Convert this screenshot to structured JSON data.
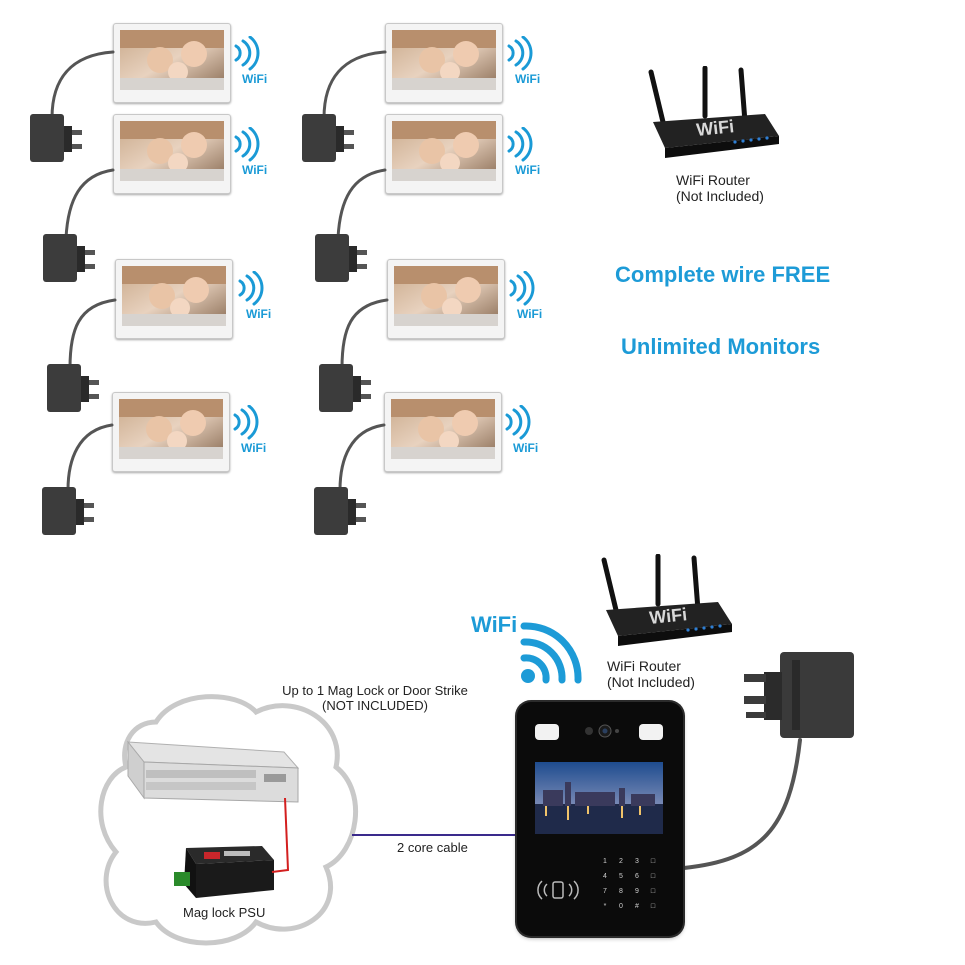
{
  "monitor_wifi_label": "WiFi",
  "router_top": {
    "line1": "WiFi Router",
    "line2": "(Not Included)",
    "badge": "WiFi"
  },
  "headlines": {
    "wire_free": "Complete wire FREE",
    "unlimited": "Unlimited Monitors"
  },
  "bottom": {
    "wifi_label": "WiFi",
    "router": {
      "line1": "WiFi Router",
      "line2": "(Not Included)",
      "badge": "WiFi"
    },
    "mag_lock_note": {
      "line1": "Up to 1 Mag Lock or Door Strike",
      "line2": "(NOT INCLUDED)"
    },
    "cable_label": "2 core cable",
    "psu_label": "Mag lock PSU"
  },
  "keypad_keys": [
    "1",
    "2",
    "3",
    "4",
    "5",
    "6",
    "7",
    "8",
    "9",
    "*",
    "0",
    "#"
  ],
  "colors": {
    "accent": "#1d9bd7",
    "cable": "#3a2a8c",
    "lock_wire": "#d31f1f"
  }
}
